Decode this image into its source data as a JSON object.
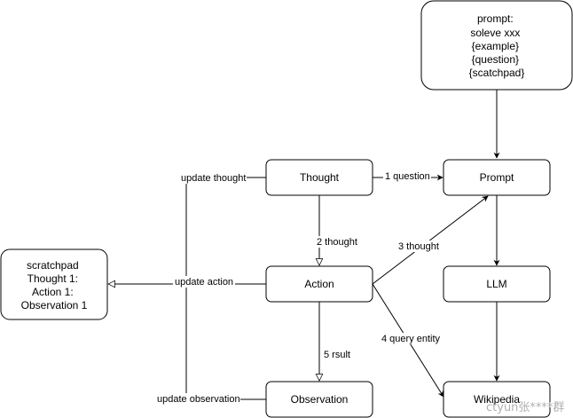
{
  "nodes": {
    "prompt_template": {
      "lines": [
        "prompt:",
        "soleve xxx",
        "{example}",
        "{question}",
        "{scatchpad}"
      ]
    },
    "thought": {
      "label": "Thought"
    },
    "prompt": {
      "label": "Prompt"
    },
    "action": {
      "label": "Action"
    },
    "llm": {
      "label": "LLM"
    },
    "observation": {
      "label": "Observation"
    },
    "wikipedia": {
      "label": "Wikipedia"
    },
    "scratchpad": {
      "lines": [
        "scratchpad",
        "Thought 1:",
        "Action 1:",
        "Observation 1"
      ]
    }
  },
  "edges": {
    "question": "1 question",
    "thought2": "2 thought",
    "thought3": "3 thought",
    "query": "4 query entity",
    "result": "5 rsult",
    "update_thought": "update thought",
    "update_action": "update action",
    "update_observation": "update observation"
  },
  "watermark": "ctyun张****群"
}
